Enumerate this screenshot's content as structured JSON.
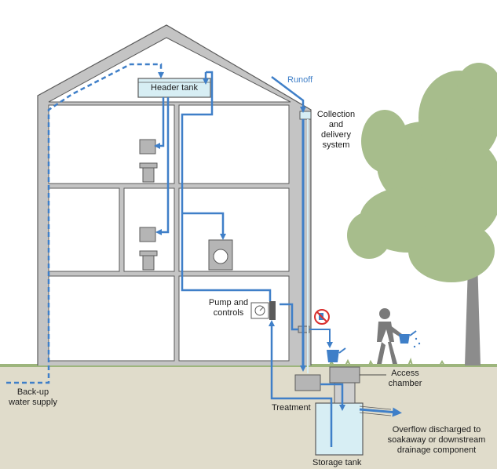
{
  "labels": {
    "header_tank": "Header tank",
    "runoff": "Runoff",
    "collection_line1": "Collection",
    "collection_line2": "and",
    "collection_line3": "delivery",
    "collection_line4": "system",
    "pump_line1": "Pump and",
    "pump_line2": "controls",
    "backup_line1": "Back-up",
    "backup_line2": "water supply",
    "access_line1": "Access",
    "access_line2": "chamber",
    "treatment": "Treatment",
    "storage_tank": "Storage tank",
    "overflow_line1": "Overflow discharged to",
    "overflow_line2": "soakaway or downstream",
    "overflow_line3": "drainage component"
  },
  "colors": {
    "pipe_blue": "#3f7fc8",
    "wall_gray": "#c4c4c4",
    "wall_outline": "#5a5a5a",
    "ground": "#e0dccb",
    "grass": "#9db57c",
    "tree": "#a7bd8c",
    "water": "#d7eef4"
  },
  "icons": [
    "toilet-icon",
    "washing-machine-icon",
    "pump-icon",
    "no-drinking-icon",
    "watering-can-icon",
    "person-watering-icon",
    "tree-icon"
  ]
}
